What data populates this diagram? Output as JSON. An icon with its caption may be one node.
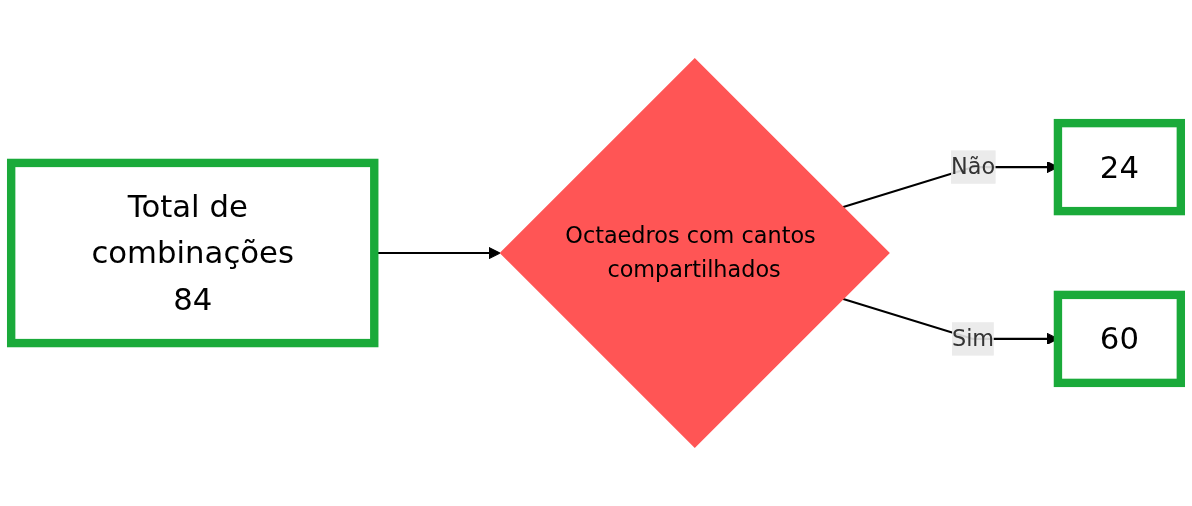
{
  "diagram": {
    "nodes": [
      {
        "text": [
          "Total de combinações",
          "84"
        ]
      },
      {
        "text": [
          "Octaedros com cantos compartilhados"
        ]
      },
      {
        "text": [
          "24"
        ]
      },
      {
        "text": [
          "60"
        ]
      }
    ],
    "edges": [
      {
        "from": 0,
        "to": 1,
        "arrow": "to"
      },
      {
        "from": 1,
        "to": 2,
        "arrow": "to",
        "label": "Não"
      },
      {
        "from": 1,
        "to": 3,
        "arrow": "to",
        "label": "Sim"
      }
    ]
  }
}
